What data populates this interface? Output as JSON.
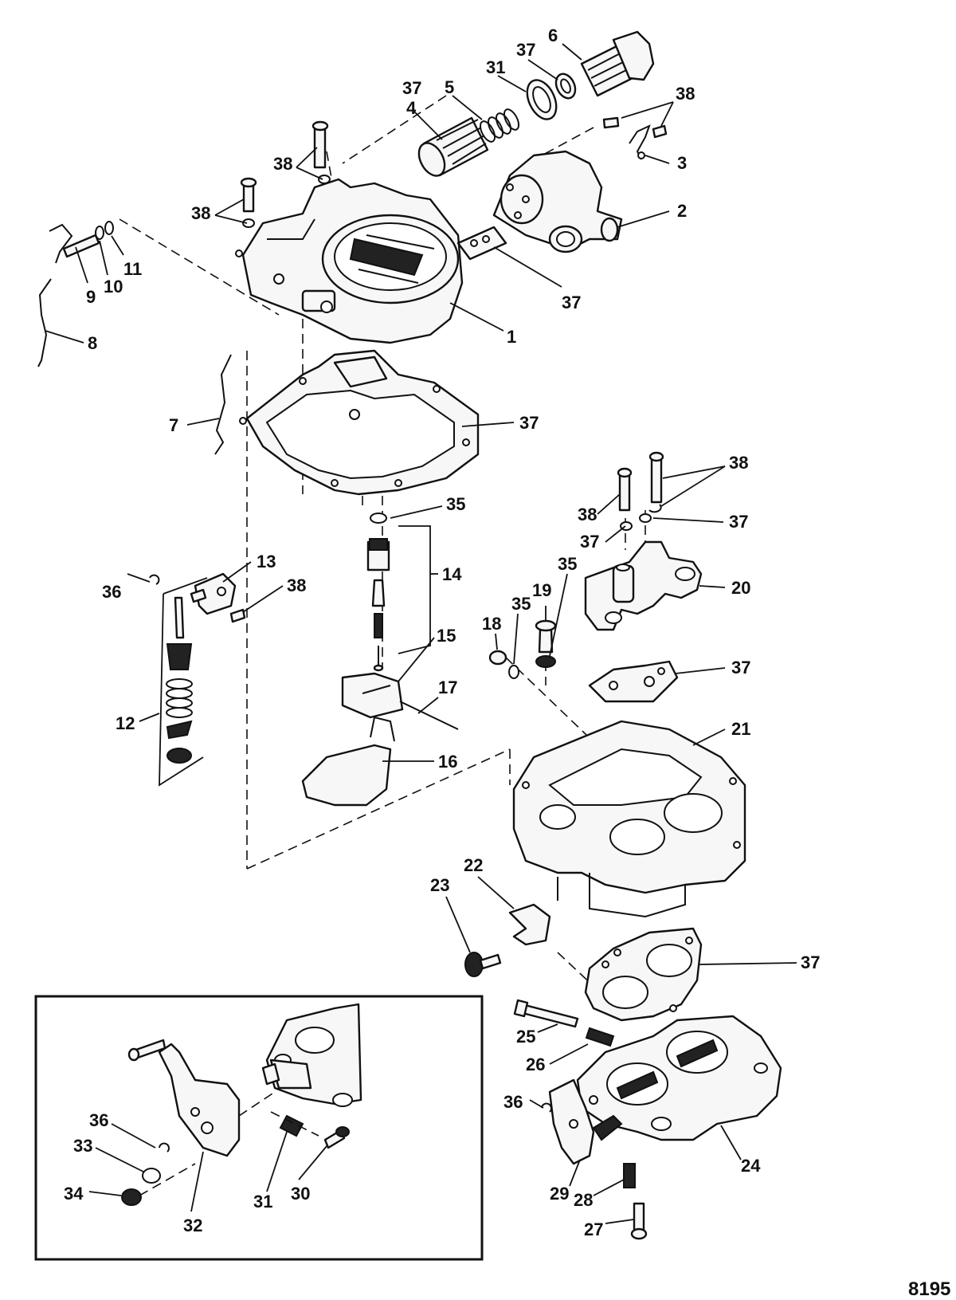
{
  "drawing_number": "8195",
  "callouts": {
    "c1": "1",
    "c2": "2",
    "c3": "3",
    "c4": "4",
    "c5": "5",
    "c6": "6",
    "c7": "7",
    "c8": "8",
    "c9": "9",
    "c10": "10",
    "c11": "11",
    "c12": "12",
    "c13": "13",
    "c14": "14",
    "c15": "15",
    "c16": "16",
    "c17": "17",
    "c18": "18",
    "c19": "19",
    "c20": "20",
    "c21": "21",
    "c22": "22",
    "c23": "23",
    "c24": "24",
    "c25": "25",
    "c26": "26",
    "c27": "27",
    "c28": "28",
    "c29": "29",
    "c30": "30",
    "c31": "31",
    "c32": "32",
    "c33": "33",
    "c34": "34",
    "c35": "35",
    "c36": "36",
    "c37": "37",
    "c38": "38"
  }
}
